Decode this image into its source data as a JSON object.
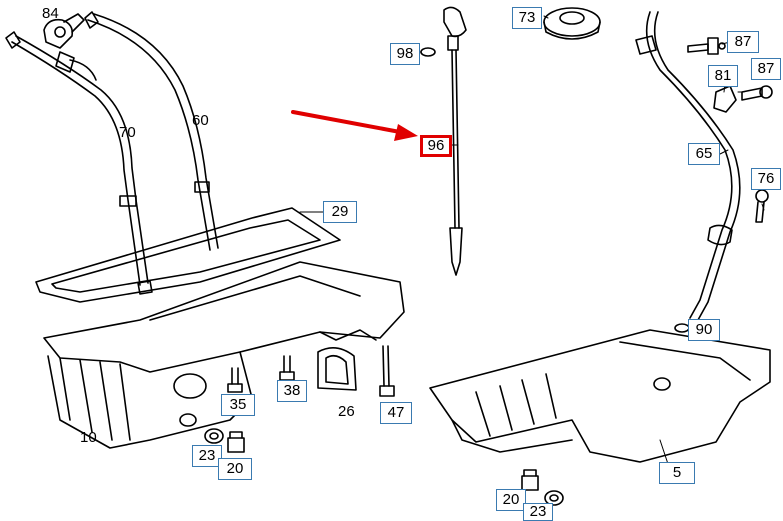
{
  "callouts": {
    "c84": "84",
    "c70": "70",
    "c60": "60",
    "c98": "98",
    "c96": "96",
    "c73": "73",
    "c87a": "87",
    "c81": "81",
    "c87b": "87",
    "c65": "65",
    "c76": "76",
    "c29": "29",
    "c90": "90",
    "c35": "35",
    "c38": "38",
    "c26": "26",
    "c47": "47",
    "c10": "10",
    "c23a": "23",
    "c20a": "20",
    "c5": "5",
    "c20b": "20",
    "c23b": "23"
  },
  "highlight": {
    "part": "96",
    "color": "#e00000"
  },
  "colors": {
    "line": "#000000",
    "callout_border": "#3a7ab0",
    "pointer_arrow": "#e00000"
  }
}
